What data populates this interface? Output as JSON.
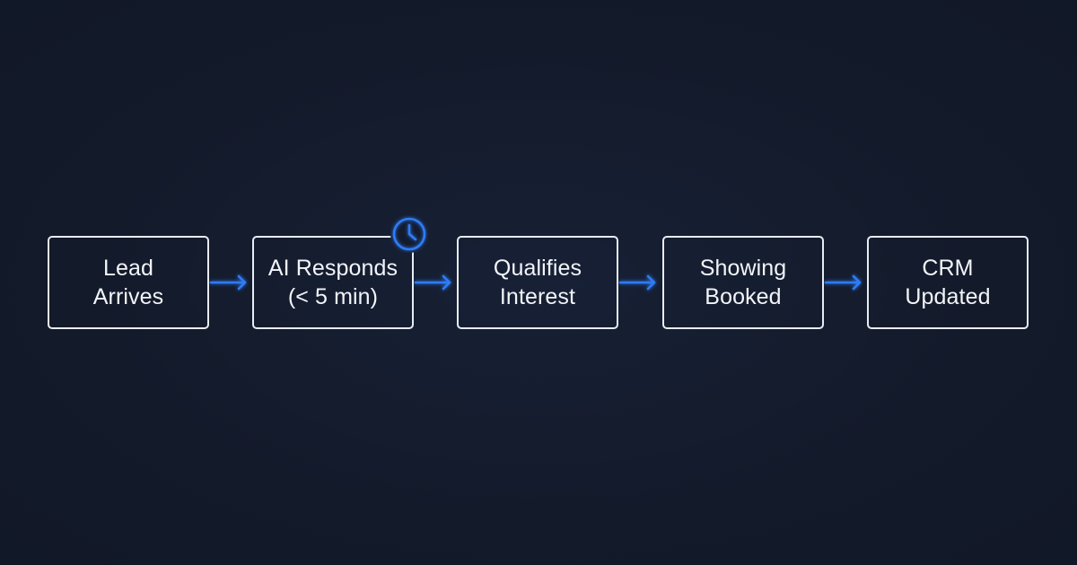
{
  "flow": {
    "steps": [
      {
        "label": "Lead\nArrives"
      },
      {
        "label": "AI Responds\n(< 5 min)"
      },
      {
        "label": "Qualifies\nInterest"
      },
      {
        "label": "Showing\nBooked"
      },
      {
        "label": "CRM\nUpdated"
      }
    ],
    "connector_icon": "arrow-right-icon",
    "badge_icon": "clock-icon"
  },
  "colors": {
    "background": "#141b2c",
    "box_border": "#e8ecf3",
    "text": "#f2f4f8",
    "accent": "#2f7cf6"
  }
}
